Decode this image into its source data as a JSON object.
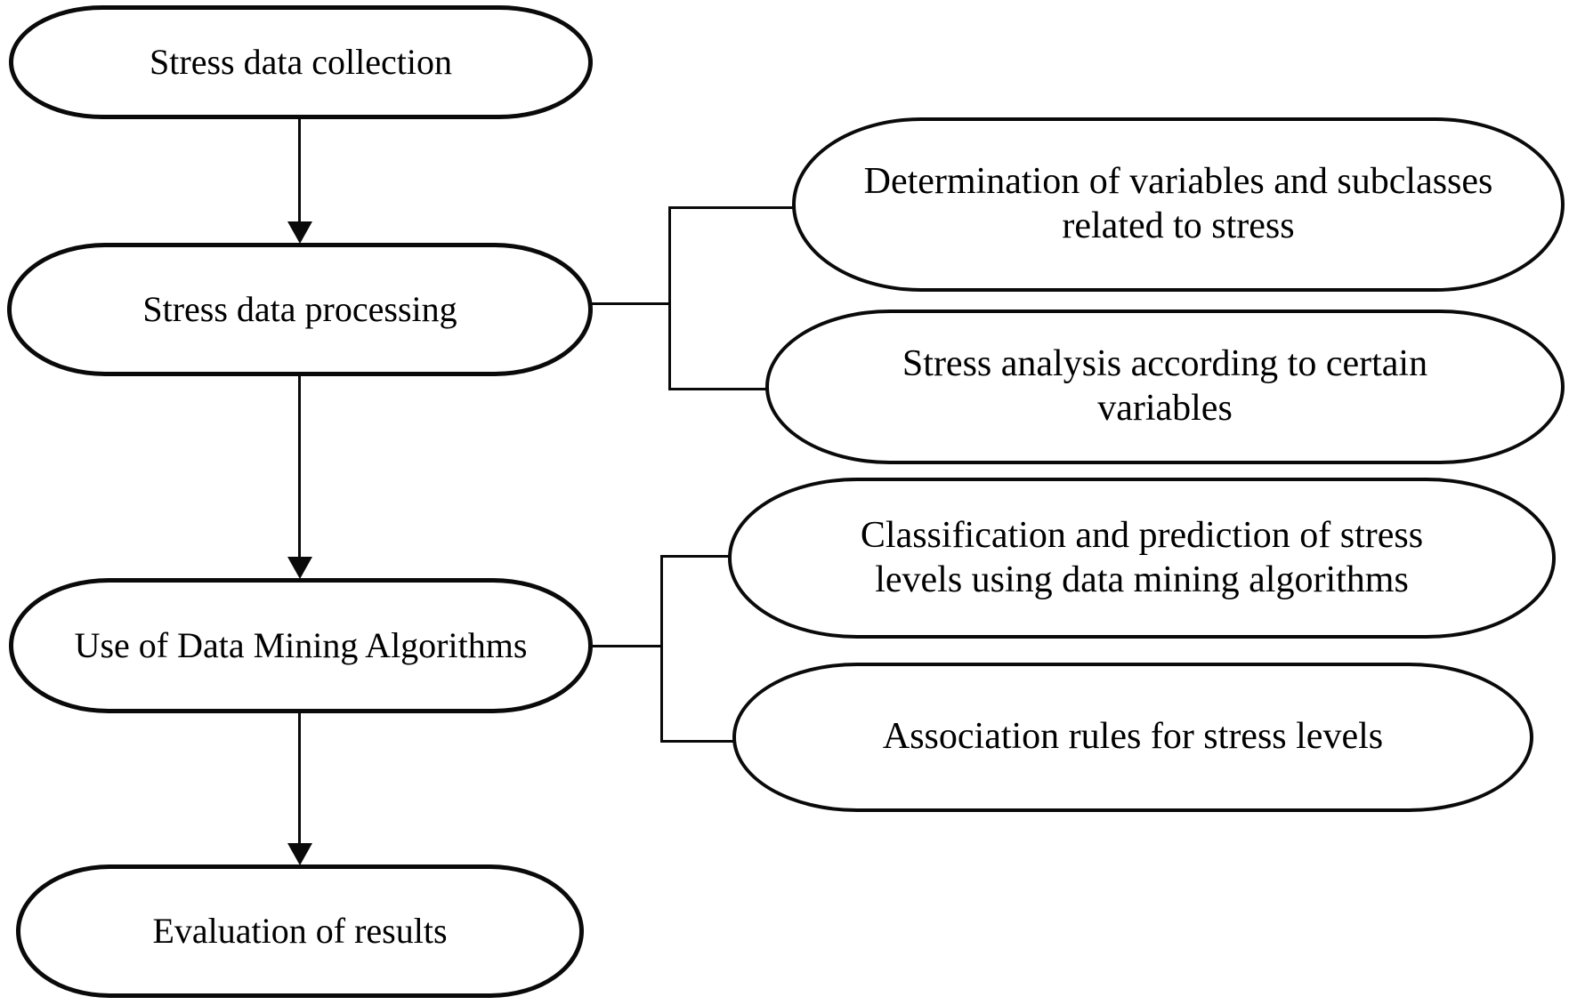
{
  "diagram": {
    "type": "flowchart",
    "background_color": "#ffffff",
    "line_color": "#0a0a0a",
    "text_color": "#000000",
    "main_flow": [
      {
        "id": "collect",
        "label": "Stress data collection"
      },
      {
        "id": "process",
        "label": "Stress data processing"
      },
      {
        "id": "mining",
        "label": "Use of Data Mining Algorithms"
      },
      {
        "id": "evaluate",
        "label": "Evaluation of results"
      }
    ],
    "branches": [
      {
        "from": "process",
        "label": "Determination of variables and subclasses related to stress"
      },
      {
        "from": "process",
        "label": "Stress analysis according to certain variables"
      },
      {
        "from": "mining",
        "label": "Classification and prediction of stress levels using data mining algorithms"
      },
      {
        "from": "mining",
        "label": "Association rules for stress levels"
      }
    ],
    "connections": [
      {
        "from": "collect",
        "to": "process",
        "style": "arrow-down"
      },
      {
        "from": "process",
        "to": "mining",
        "style": "arrow-down"
      },
      {
        "from": "mining",
        "to": "evaluate",
        "style": "arrow-down"
      },
      {
        "from": "process",
        "to": "branches 0,1",
        "style": "bracket-right"
      },
      {
        "from": "mining",
        "to": "branches 2,3",
        "style": "bracket-right"
      }
    ]
  }
}
